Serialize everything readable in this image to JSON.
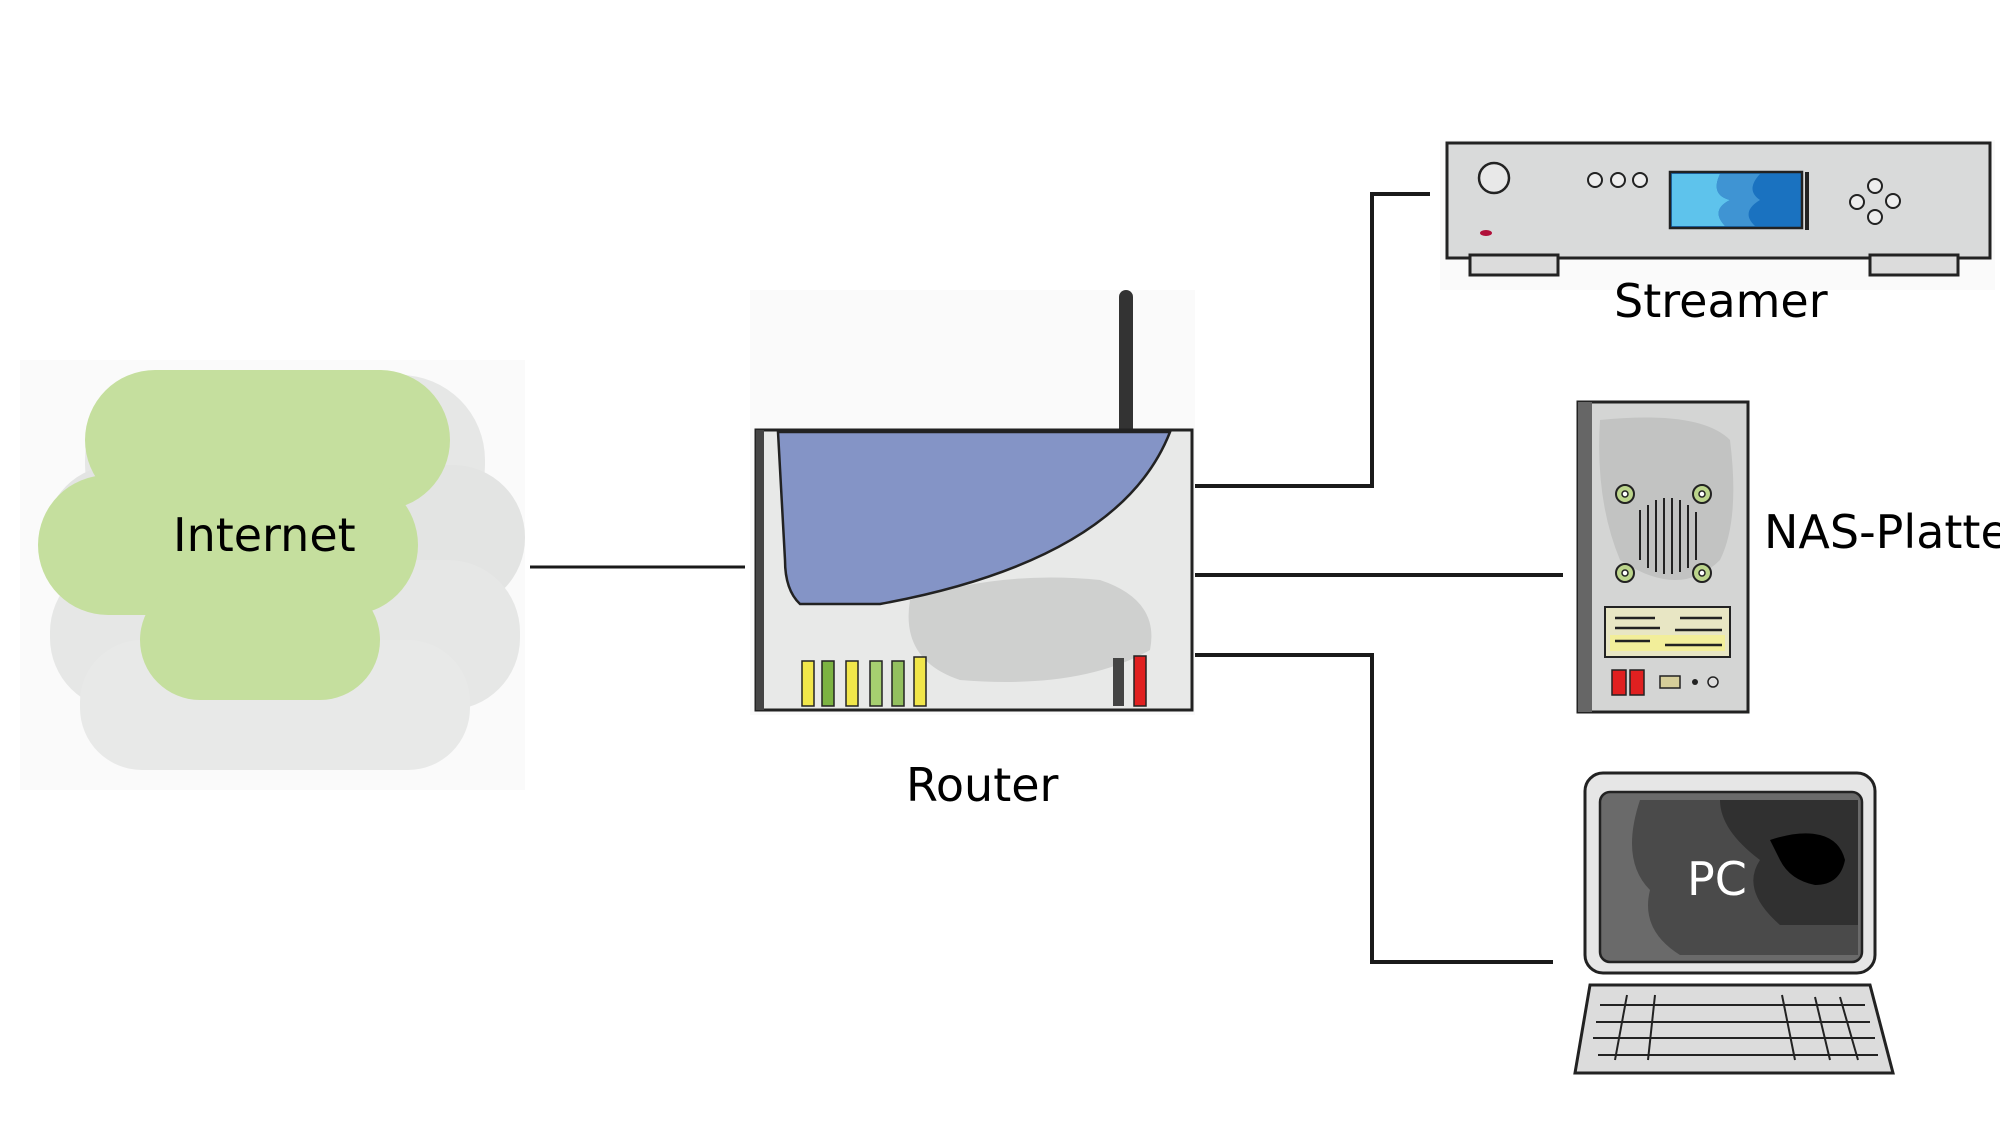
{
  "diagram": {
    "title": "Home network",
    "nodes": {
      "internet": {
        "label": "Internet",
        "type": "cloud"
      },
      "router": {
        "label": "Router",
        "type": "router"
      },
      "streamer": {
        "label": "Streamer",
        "type": "media-player"
      },
      "nas": {
        "label": "NAS-Platte",
        "type": "nas-drive"
      },
      "pc": {
        "label": "PC",
        "type": "computer"
      }
    },
    "connections": [
      {
        "from": "internet",
        "to": "router"
      },
      {
        "from": "router",
        "to": "streamer"
      },
      {
        "from": "router",
        "to": "nas"
      },
      {
        "from": "router",
        "to": "pc"
      }
    ],
    "colors": {
      "cloud_green": "#c5df9e",
      "cloud_shadow": "#e4e5e4",
      "router_screen": "#8494c6",
      "device_gray": "#d9dada",
      "line": "#1a1a1a",
      "led_yellow": "#f1e64a",
      "led_green": "#7cb342",
      "led_red": "#e02020",
      "streamer_screen": "#1a72c0",
      "streamer_screen_light": "#5ec3ec",
      "pc_screen_dark": "#303030"
    }
  }
}
